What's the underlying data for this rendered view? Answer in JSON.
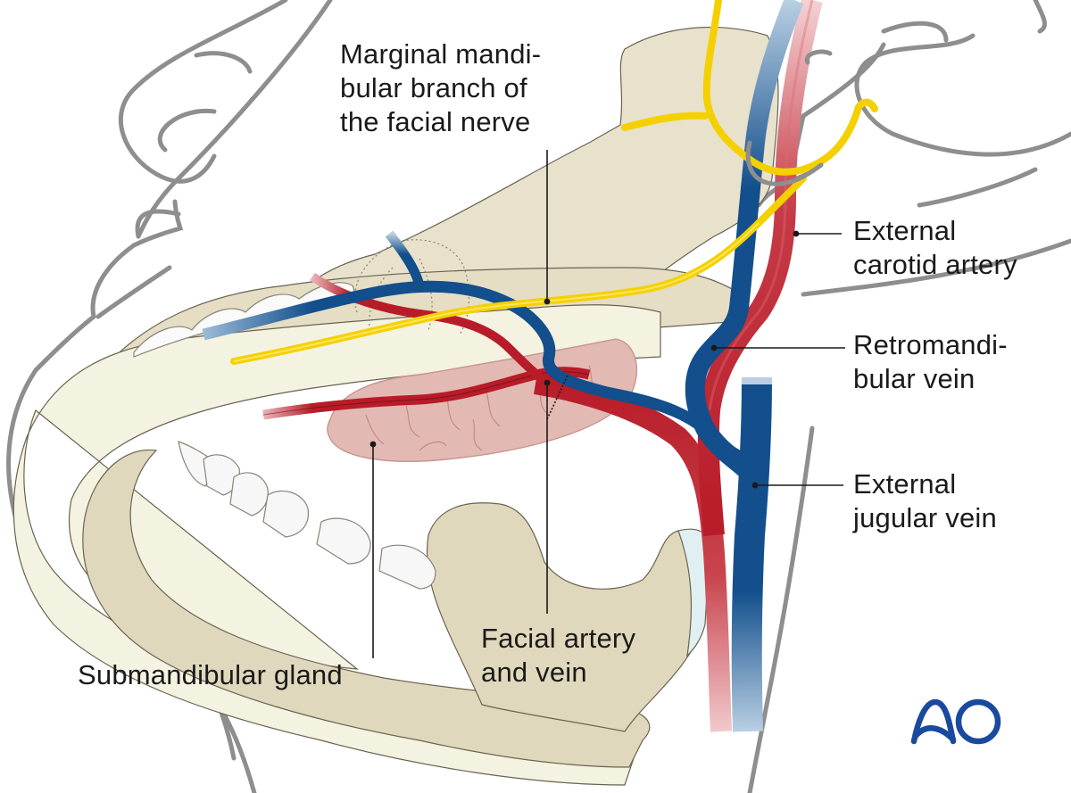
{
  "figure": {
    "type": "anatomical-illustration",
    "subject": "Submandibular region — mandible with vessels and nerve"
  },
  "labels": {
    "marginal_mandibular_nerve": [
      "Marginal mandi-",
      "bular branch of",
      "the facial nerve"
    ],
    "external_carotid_artery": [
      "External",
      "carotid artery"
    ],
    "retromandibular_vein": [
      "Retromandi-",
      "bular vein"
    ],
    "external_jugular_vein": [
      "External",
      "jugular vein"
    ],
    "submandibular_gland": [
      "Submandibular gland"
    ],
    "facial_artery_and_vein": [
      "Facial artery",
      "and vein"
    ]
  },
  "logo": {
    "text": "AO",
    "color": "#1a4aa0"
  },
  "colors": {
    "artery": "#b81c28",
    "vein": "#124f8c",
    "nerve": "#f5d000",
    "bone": "#e5ddc4",
    "bone_light": "#f3f1de",
    "gland": "#e3b4ae",
    "skin_outline": "#8e8e8e",
    "leader": "#1a1a1a"
  }
}
